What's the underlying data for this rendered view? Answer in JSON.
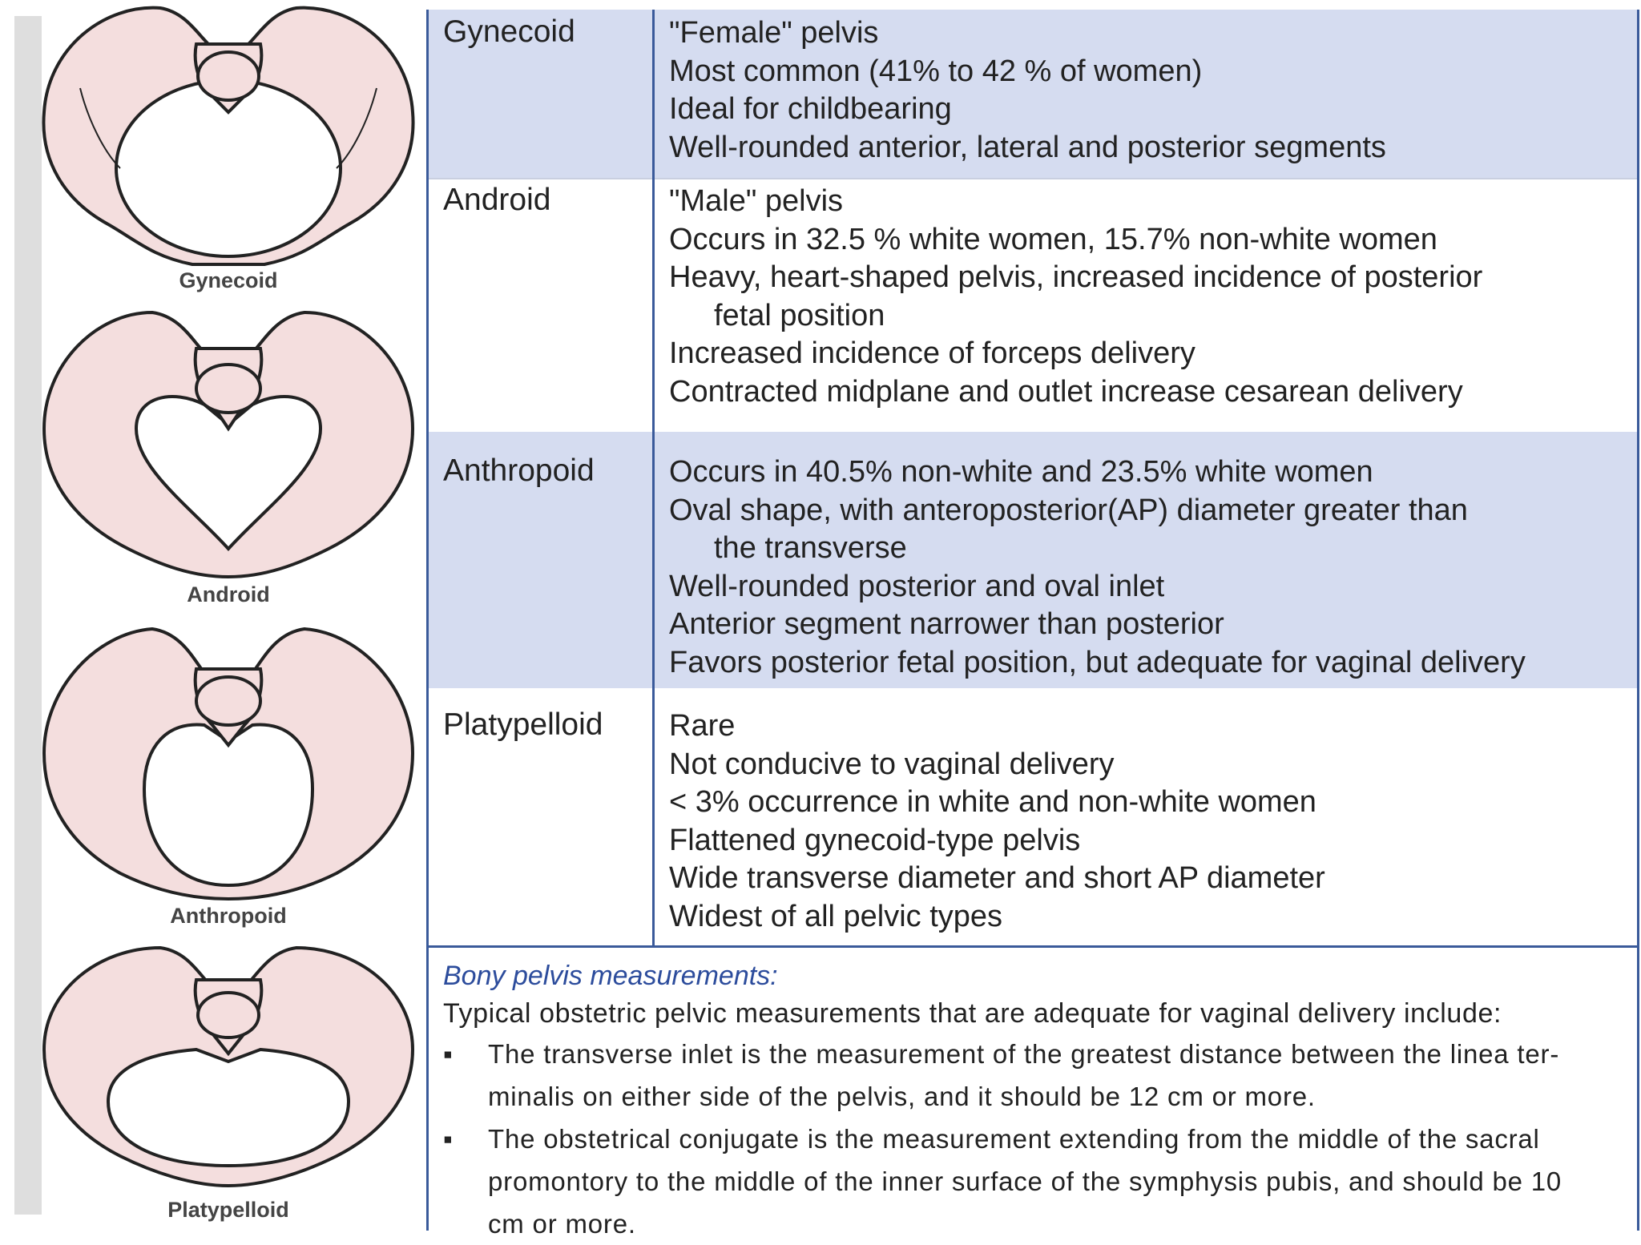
{
  "pelvis_types": [
    {
      "label": "Gynecoid"
    },
    {
      "label": "Android"
    },
    {
      "label": "Anthropoid"
    },
    {
      "label": "Platypelloid"
    }
  ],
  "table": {
    "rows": [
      {
        "type": "Gynecoid",
        "lines": [
          {
            "text": "\"Female\" pelvis"
          },
          {
            "text": "Most common (41% to 42 % of women)"
          },
          {
            "text": "Ideal for childbearing"
          },
          {
            "text": "Well-rounded anterior, lateral and posterior segments"
          }
        ]
      },
      {
        "type": "Android",
        "lines": [
          {
            "text": "\"Male\" pelvis"
          },
          {
            "text": "Occurs in 32.5 % white women, 15.7% non-white women"
          },
          {
            "text": "Heavy, heart-shaped pelvis, increased incidence of posterior"
          },
          {
            "text": "fetal position",
            "indent": true
          },
          {
            "text": "Increased incidence of forceps delivery"
          },
          {
            "text": "Contracted midplane and outlet increase cesarean delivery"
          }
        ]
      },
      {
        "type": "Anthropoid",
        "lines": [
          {
            "text": "Occurs in 40.5% non-white and 23.5% white women"
          },
          {
            "text": "Oval shape, with anteroposterior(AP) diameter greater than"
          },
          {
            "text": "the transverse",
            "indent": true
          },
          {
            "text": "Well-rounded posterior and oval inlet"
          },
          {
            "text": "Anterior segment narrower than posterior"
          },
          {
            "text": "Favors posterior fetal position, but adequate for vaginal delivery"
          }
        ]
      },
      {
        "type": "Platypelloid",
        "lines": [
          {
            "text": "Rare"
          },
          {
            "text": "Not conducive to vaginal delivery"
          },
          {
            "text": "< 3% occurrence in white and non-white women"
          },
          {
            "text": "Flattened gynecoid-type pelvis"
          },
          {
            "text": "Wide transverse diameter and short AP diameter"
          },
          {
            "text": "Widest of all pelvic types"
          }
        ]
      }
    ]
  },
  "measurements": {
    "title": "Bony pelvis measurements:",
    "intro": "Typical obstetric pelvic measurements that are adequate for vaginal delivery include:",
    "bullet_symbol": "▪",
    "bullets": [
      {
        "line1": "The transverse inlet is the measurement of the greatest distance between the linea ter-",
        "line2": "minalis on either side of the pelvis, and it should be 12 cm or more."
      },
      {
        "line1": "The obstetrical conjugate is the measurement extending from the middle of the sacral",
        "line2": "promontory to the middle of the inner surface of the symphysis pubis, and should be 10",
        "line3": "cm or more."
      }
    ]
  },
  "colors": {
    "bone_fill": "#f4dede",
    "bone_stroke": "#222222",
    "row_shade": "#d5dcf0",
    "border": "#3a5a9a",
    "measure_title": "#2c4c9c"
  }
}
